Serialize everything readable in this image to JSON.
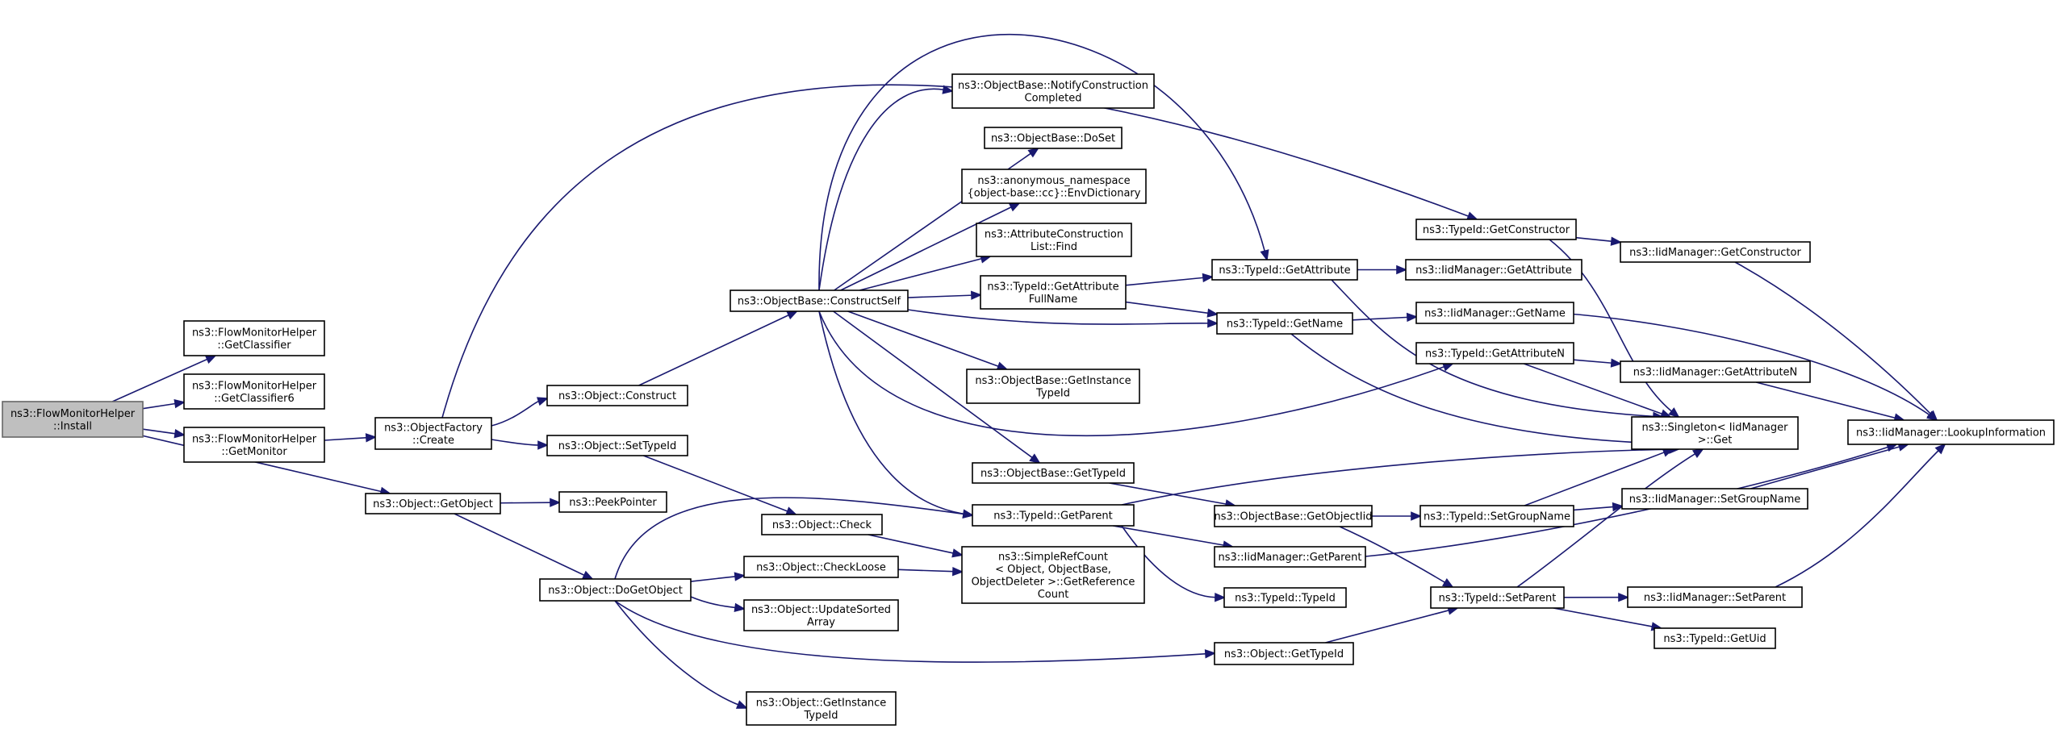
{
  "diagram": {
    "type": "call-graph",
    "colors": {
      "edge": "#191970",
      "root_fill": "#bfbfbf",
      "node_fill": "#ffffff",
      "node_border": "#000000"
    },
    "nodes": [
      {
        "id": "install",
        "lines": [
          "ns3::FlowMonitorHelper",
          "::Install"
        ],
        "root": true
      },
      {
        "id": "getclassifier",
        "lines": [
          "ns3::FlowMonitorHelper",
          "::GetClassifier"
        ]
      },
      {
        "id": "getclassifier6",
        "lines": [
          "ns3::FlowMonitorHelper",
          "::GetClassifier6"
        ]
      },
      {
        "id": "getmonitor",
        "lines": [
          "ns3::FlowMonitorHelper",
          "::GetMonitor"
        ]
      },
      {
        "id": "factorycreate",
        "lines": [
          "ns3::ObjectFactory",
          "::Create"
        ]
      },
      {
        "id": "construct",
        "lines": [
          "ns3::Object::Construct"
        ]
      },
      {
        "id": "settypeid",
        "lines": [
          "ns3::Object::SetTypeId"
        ]
      },
      {
        "id": "getobject",
        "lines": [
          "ns3::Object::GetObject"
        ]
      },
      {
        "id": "peekpointer",
        "lines": [
          "ns3::PeekPointer"
        ]
      },
      {
        "id": "dogetobject",
        "lines": [
          "ns3::Object::DoGetObject"
        ]
      },
      {
        "id": "constructself",
        "lines": [
          "ns3::ObjectBase::ConstructSelf"
        ]
      },
      {
        "id": "notifyconstruction",
        "lines": [
          "ns3::ObjectBase::NotifyConstruction",
          "Completed"
        ]
      },
      {
        "id": "doset",
        "lines": [
          "ns3::ObjectBase::DoSet"
        ]
      },
      {
        "id": "envdictionary",
        "lines": [
          "ns3::anonymous_namespace",
          "{object-base::cc}::EnvDictionary"
        ]
      },
      {
        "id": "attrfind",
        "lines": [
          "ns3::AttributeConstruction",
          "List::Find"
        ]
      },
      {
        "id": "getattributefullname",
        "lines": [
          "ns3::TypeId::GetAttribute",
          "FullName"
        ]
      },
      {
        "id": "getinstancetypeid_ob",
        "lines": [
          "ns3::ObjectBase::GetInstance",
          "TypeId"
        ]
      },
      {
        "id": "obgettypeid",
        "lines": [
          "ns3::ObjectBase::GetTypeId"
        ]
      },
      {
        "id": "check",
        "lines": [
          "ns3::Object::Check"
        ]
      },
      {
        "id": "checkloose",
        "lines": [
          "ns3::Object::CheckLoose"
        ]
      },
      {
        "id": "updatesorted",
        "lines": [
          "ns3::Object::UpdateSorted",
          "Array"
        ]
      },
      {
        "id": "getinstancetypeid_obj",
        "lines": [
          "ns3::Object::GetInstance",
          "TypeId"
        ]
      },
      {
        "id": "getreferencecount",
        "lines": [
          "ns3::SimpleRefCount",
          "< Object, ObjectBase,",
          "ObjectDeleter >::GetReference",
          "Count"
        ]
      },
      {
        "id": "getparent",
        "lines": [
          "ns3::TypeId::GetParent"
        ]
      },
      {
        "id": "getattribute",
        "lines": [
          "ns3::TypeId::GetAttribute"
        ]
      },
      {
        "id": "getname",
        "lines": [
          "ns3::TypeId::GetName"
        ]
      },
      {
        "id": "getattributen",
        "lines": [
          "ns3::TypeId::GetAttributeN"
        ]
      },
      {
        "id": "getobjectiid",
        "lines": [
          "ns3::ObjectBase::GetObjectIid"
        ]
      },
      {
        "id": "iid_getparent",
        "lines": [
          "ns3::IidManager::GetParent"
        ]
      },
      {
        "id": "typeid_typeid",
        "lines": [
          "ns3::TypeId::TypeId"
        ]
      },
      {
        "id": "obj_gettypeid",
        "lines": [
          "ns3::Object::GetTypeId"
        ]
      },
      {
        "id": "getconstructor",
        "lines": [
          "ns3::TypeId::GetConstructor"
        ]
      },
      {
        "id": "iid_getattribute",
        "lines": [
          "ns3::IidManager::GetAttribute"
        ]
      },
      {
        "id": "iid_getname",
        "lines": [
          "ns3::IidManager::GetName"
        ]
      },
      {
        "id": "setgroupname",
        "lines": [
          "ns3::TypeId::SetGroupName"
        ]
      },
      {
        "id": "setparent",
        "lines": [
          "ns3::TypeId::SetParent"
        ]
      },
      {
        "id": "iid_getconstructor",
        "lines": [
          "ns3::IidManager::GetConstructor"
        ]
      },
      {
        "id": "iid_getattributen",
        "lines": [
          "ns3::IidManager::GetAttributeN"
        ]
      },
      {
        "id": "singletonget",
        "lines": [
          "ns3::Singleton< IidManager",
          " >::Get"
        ]
      },
      {
        "id": "iid_setgroupname",
        "lines": [
          "ns3::IidManager::SetGroupName"
        ]
      },
      {
        "id": "iid_setparent",
        "lines": [
          "ns3::IidManager::SetParent"
        ]
      },
      {
        "id": "getuid",
        "lines": [
          "ns3::TypeId::GetUid"
        ]
      },
      {
        "id": "lookupinformation",
        "lines": [
          "ns3::IidManager::LookupInformation"
        ]
      }
    ],
    "edges": [
      [
        "install",
        "getclassifier"
      ],
      [
        "install",
        "getclassifier6"
      ],
      [
        "install",
        "getmonitor"
      ],
      [
        "install",
        "getobject"
      ],
      [
        "getmonitor",
        "factorycreate"
      ],
      [
        "factorycreate",
        "construct"
      ],
      [
        "factorycreate",
        "settypeid"
      ],
      [
        "factorycreate",
        "getconstructor"
      ],
      [
        "construct",
        "constructself"
      ],
      [
        "constructself",
        "notifyconstruction"
      ],
      [
        "constructself",
        "doset"
      ],
      [
        "constructself",
        "envdictionary"
      ],
      [
        "constructself",
        "attrfind"
      ],
      [
        "constructself",
        "getattributefullname"
      ],
      [
        "constructself",
        "getinstancetypeid_ob"
      ],
      [
        "constructself",
        "obgettypeid"
      ],
      [
        "constructself",
        "getparent"
      ],
      [
        "constructself",
        "getattribute"
      ],
      [
        "constructself",
        "getname"
      ],
      [
        "constructself",
        "getattributen"
      ],
      [
        "getattributefullname",
        "getattribute"
      ],
      [
        "getattributefullname",
        "getname"
      ],
      [
        "settypeid",
        "check"
      ],
      [
        "getobject",
        "peekpointer"
      ],
      [
        "getobject",
        "dogetobject"
      ],
      [
        "dogetobject",
        "checkloose"
      ],
      [
        "dogetobject",
        "updatesorted"
      ],
      [
        "dogetobject",
        "getinstancetypeid_obj"
      ],
      [
        "dogetobject",
        "getparent"
      ],
      [
        "dogetobject",
        "obj_gettypeid"
      ],
      [
        "check",
        "getreferencecount"
      ],
      [
        "checkloose",
        "getreferencecount"
      ],
      [
        "obgettypeid",
        "getobjectiid"
      ],
      [
        "getparent",
        "singletonget"
      ],
      [
        "getparent",
        "iid_getparent"
      ],
      [
        "getparent",
        "typeid_typeid"
      ],
      [
        "getattribute",
        "iid_getattribute"
      ],
      [
        "getattribute",
        "singletonget"
      ],
      [
        "getname",
        "iid_getname"
      ],
      [
        "getname",
        "singletonget"
      ],
      [
        "getattributen",
        "iid_getattributen"
      ],
      [
        "getattributen",
        "singletonget"
      ],
      [
        "getconstructor",
        "iid_getconstructor"
      ],
      [
        "getconstructor",
        "singletonget"
      ],
      [
        "getobjectiid",
        "setgroupname"
      ],
      [
        "getobjectiid",
        "setparent"
      ],
      [
        "obj_gettypeid",
        "setparent"
      ],
      [
        "iid_getparent",
        "lookupinformation"
      ],
      [
        "setgroupname",
        "singletonget"
      ],
      [
        "setgroupname",
        "iid_setgroupname"
      ],
      [
        "setparent",
        "singletonget"
      ],
      [
        "setparent",
        "iid_setparent"
      ],
      [
        "setparent",
        "getuid"
      ],
      [
        "iid_getconstructor",
        "lookupinformation"
      ],
      [
        "iid_getname",
        "lookupinformation"
      ],
      [
        "iid_getattributen",
        "lookupinformation"
      ],
      [
        "iid_setgroupname",
        "lookupinformation"
      ],
      [
        "iid_setparent",
        "lookupinformation"
      ]
    ]
  }
}
